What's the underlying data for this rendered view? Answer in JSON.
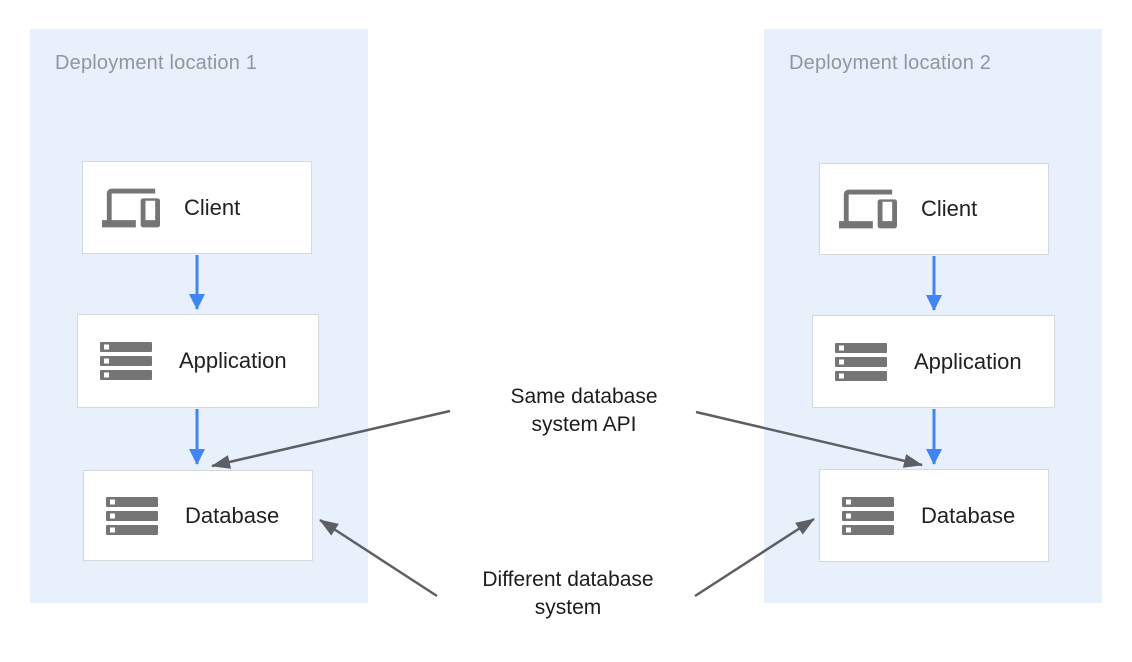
{
  "diagram": {
    "panels": [
      {
        "title": "Deployment location 1",
        "nodes": [
          {
            "label": "Client",
            "icon": "devices-icon"
          },
          {
            "label": "Application",
            "icon": "server-stack-icon"
          },
          {
            "label": "Database",
            "icon": "server-stack-icon"
          }
        ]
      },
      {
        "title": "Deployment location 2",
        "nodes": [
          {
            "label": "Client",
            "icon": "devices-icon"
          },
          {
            "label": "Application",
            "icon": "server-stack-icon"
          },
          {
            "label": "Database",
            "icon": "server-stack-icon"
          }
        ]
      }
    ],
    "annotations": [
      {
        "lines": [
          "Same database",
          "system API"
        ]
      },
      {
        "lines": [
          "Different database",
          "system"
        ]
      }
    ],
    "colors": {
      "panel_background": "#e8f1fb",
      "node_background": "#ffffff",
      "node_border": "#d6d9dc",
      "panel_title_gray": "#8e969e",
      "node_label": "#202124",
      "icon_gray": "#757575",
      "flow_arrow_blue": "#4184f4",
      "annotation_arrow_gray": "#5c6065",
      "annotation_text": "#1c1c1c"
    }
  }
}
